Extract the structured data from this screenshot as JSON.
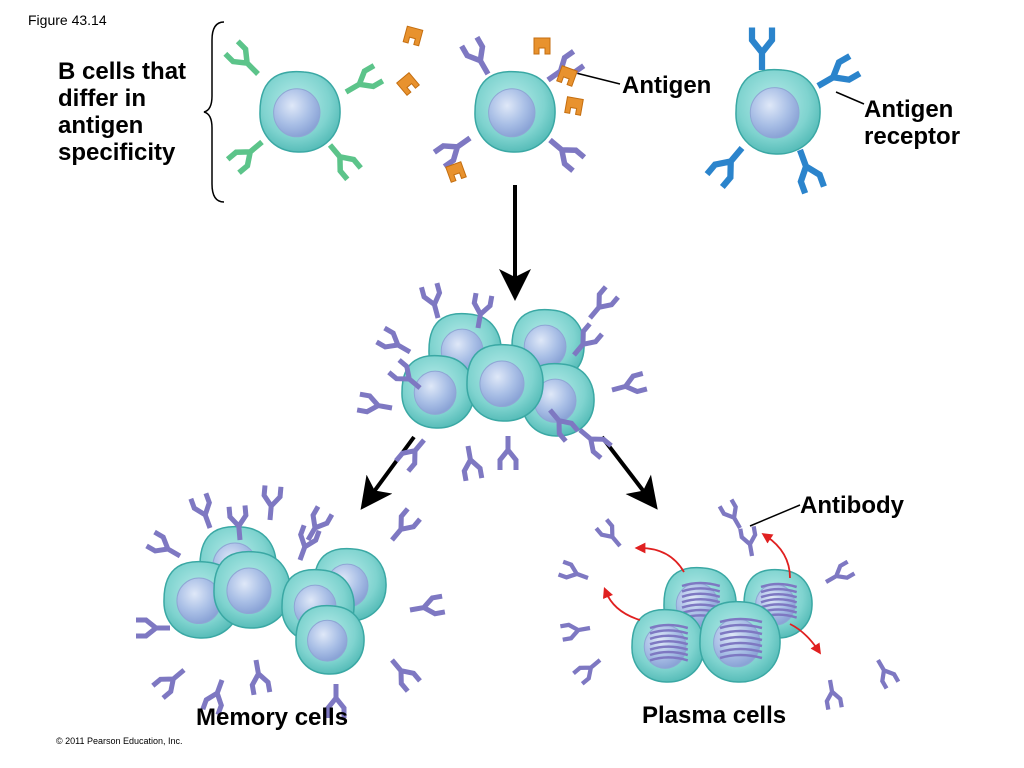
{
  "figure_label": "Figure 43.14",
  "labels": {
    "b_cells": "B cells that differ in antigen specificity",
    "antigen": "Antigen",
    "antigen_receptor": "Antigen receptor",
    "antibody": "Antibody",
    "memory_cells": "Memory cells",
    "plasma_cells": "Plasma cells"
  },
  "copyright": "© 2011 Pearson Education, Inc.",
  "colors": {
    "cell_fill": "#7fd3cf",
    "cell_edge": "#3aa8a4",
    "nucleus": "#a9bfe6",
    "receptor_green": "#5cc48a",
    "receptor_purple": "#7e78c2",
    "receptor_blue": "#2b84cc",
    "antigen": "#e8922e",
    "arrow": "#000000",
    "secretion_arrow": "#e02020"
  }
}
